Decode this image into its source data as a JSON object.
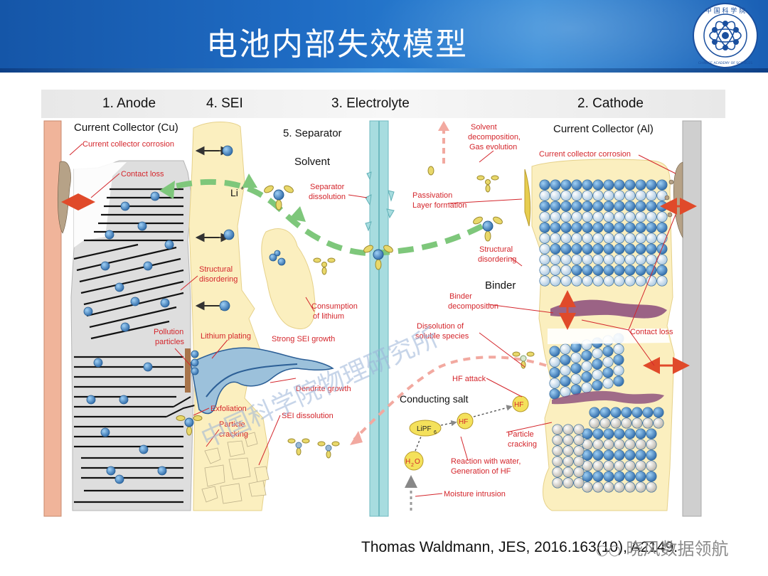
{
  "slide": {
    "title": "电池内部失效模型",
    "citation": "Thomas Waldmann, JES, 2016.163(10), A2149.",
    "watermark_right": "晓风数据领航",
    "watermark_center": "中国科学院物理研究所",
    "logo_text_top": "中 国 科 学 院",
    "logo_text_bottom": "CHINESE ACADEMY OF SCIENCES"
  },
  "headers": {
    "anode": "1. Anode",
    "sei": "4. SEI",
    "electrolyte": "3. Electrolyte",
    "cathode": "2. Cathode"
  },
  "labels": {
    "cc_cu": "Current Collector (Cu)",
    "cc_al": "Current Collector (Al)",
    "separator": "5. Separator",
    "solvent": "Solvent",
    "li": "Li",
    "li_sup": "+",
    "binder": "Binder",
    "conducting_salt": "Conducting salt",
    "lipf": "LiPF",
    "lipf_sub": "6",
    "hf": "HF",
    "h2o": "H",
    "h2o_sub": "2",
    "h2o_o": "O"
  },
  "red_labels": {
    "cc_corrosion_left": "Current collector corrosion",
    "contact_loss_left": "Contact loss",
    "structural_disordering_anode_1": "Structural",
    "structural_disordering_anode_2": "disordering",
    "pollution_1": "Pollution",
    "pollution_2": "particles",
    "lithium_plating": "Lithium plating",
    "exfoliation": "Exfoliation",
    "particle_cracking_a1": "Particle",
    "particle_cracking_a2": "cracking",
    "separator_dissolution_1": "Separator",
    "separator_dissolution_2": "dissolution",
    "consumption_1": "Consumption",
    "consumption_2": "of lithium",
    "strong_sei": "Strong SEI growth",
    "dendrite": "Dendrite growth",
    "sei_dissolution": "SEI dissolution",
    "solvent_decomp_1": "Solvent",
    "solvent_decomp_2": "decomposition,",
    "solvent_decomp_3": "Gas evolution",
    "passivation_1": "Passivation",
    "passivation_2": "Layer formation",
    "cc_corrosion_right": "Current collector corrosion",
    "structural_disordering_cathode_1": "Structural",
    "structural_disordering_cathode_2": "disordering",
    "binder_decomp_1": "Binder",
    "binder_decomp_2": "decomposition",
    "dissolution_soluble_1": "Dissolution of",
    "dissolution_soluble_2": "soluble species",
    "hf_attack": "HF attack",
    "contact_loss_right": "Contact loss",
    "particle_cracking_c1": "Particle",
    "particle_cracking_c2": "cracking",
    "reaction_water_1": "Reaction with water,",
    "reaction_water_2": "Generation of HF",
    "moisture": "Moisture intrusion"
  },
  "colors": {
    "header_blue": "#1f6cc4",
    "red_label": "#d4262c",
    "cu_collector": "#f0b49a",
    "al_collector": "#c8c8c8",
    "electrolyte_strip": "#9ed6da",
    "sei_cream": "#fbefbf",
    "green_arrow": "#6cc06a",
    "particle_blue": "#4b87c4"
  }
}
